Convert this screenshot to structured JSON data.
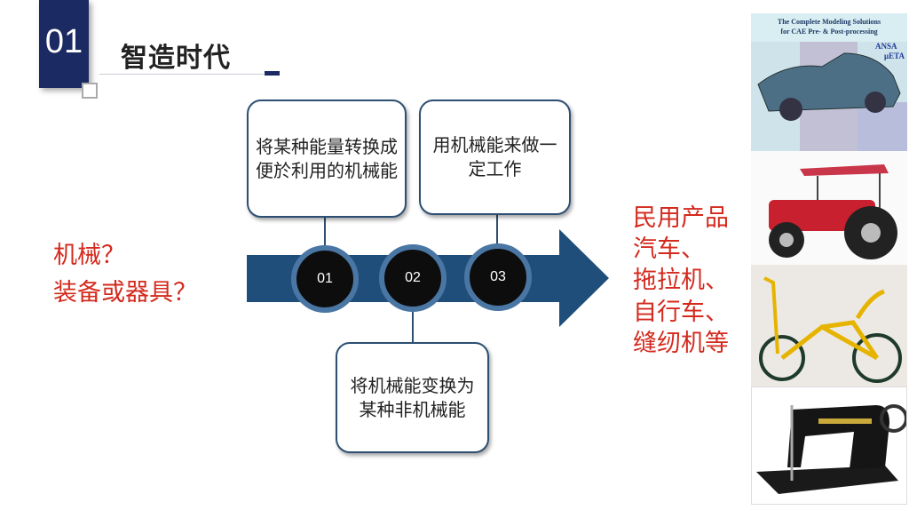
{
  "header": {
    "section_number": "01",
    "title": "智造时代"
  },
  "left_question": {
    "line1": "机械？",
    "line2": "装备或器具？"
  },
  "timeline": {
    "steps": [
      {
        "number": "01",
        "text": "将某种能量转换成便於利用的机械能"
      },
      {
        "number": "02",
        "text": "将机械能变换为某种非机械能"
      },
      {
        "number": "03",
        "text": "用机械能来做一定工作"
      }
    ],
    "colors": {
      "arrow": "#1f4e7a",
      "circle_ring": "#4a76a4",
      "circle_fill": "#0d0d0d"
    }
  },
  "right_list": {
    "heading": "民用产品",
    "items": [
      "汽车、",
      "拖拉机、",
      "自行车、",
      "缝纫机等"
    ],
    "color": "#d42a1e"
  },
  "images": {
    "car_poster": {
      "caption_line1": "The Complete Modeling Solutions",
      "caption_line2": "for CAE Pre- & Post-processing",
      "logo1": "ANSA",
      "logo2": "μETA"
    }
  }
}
